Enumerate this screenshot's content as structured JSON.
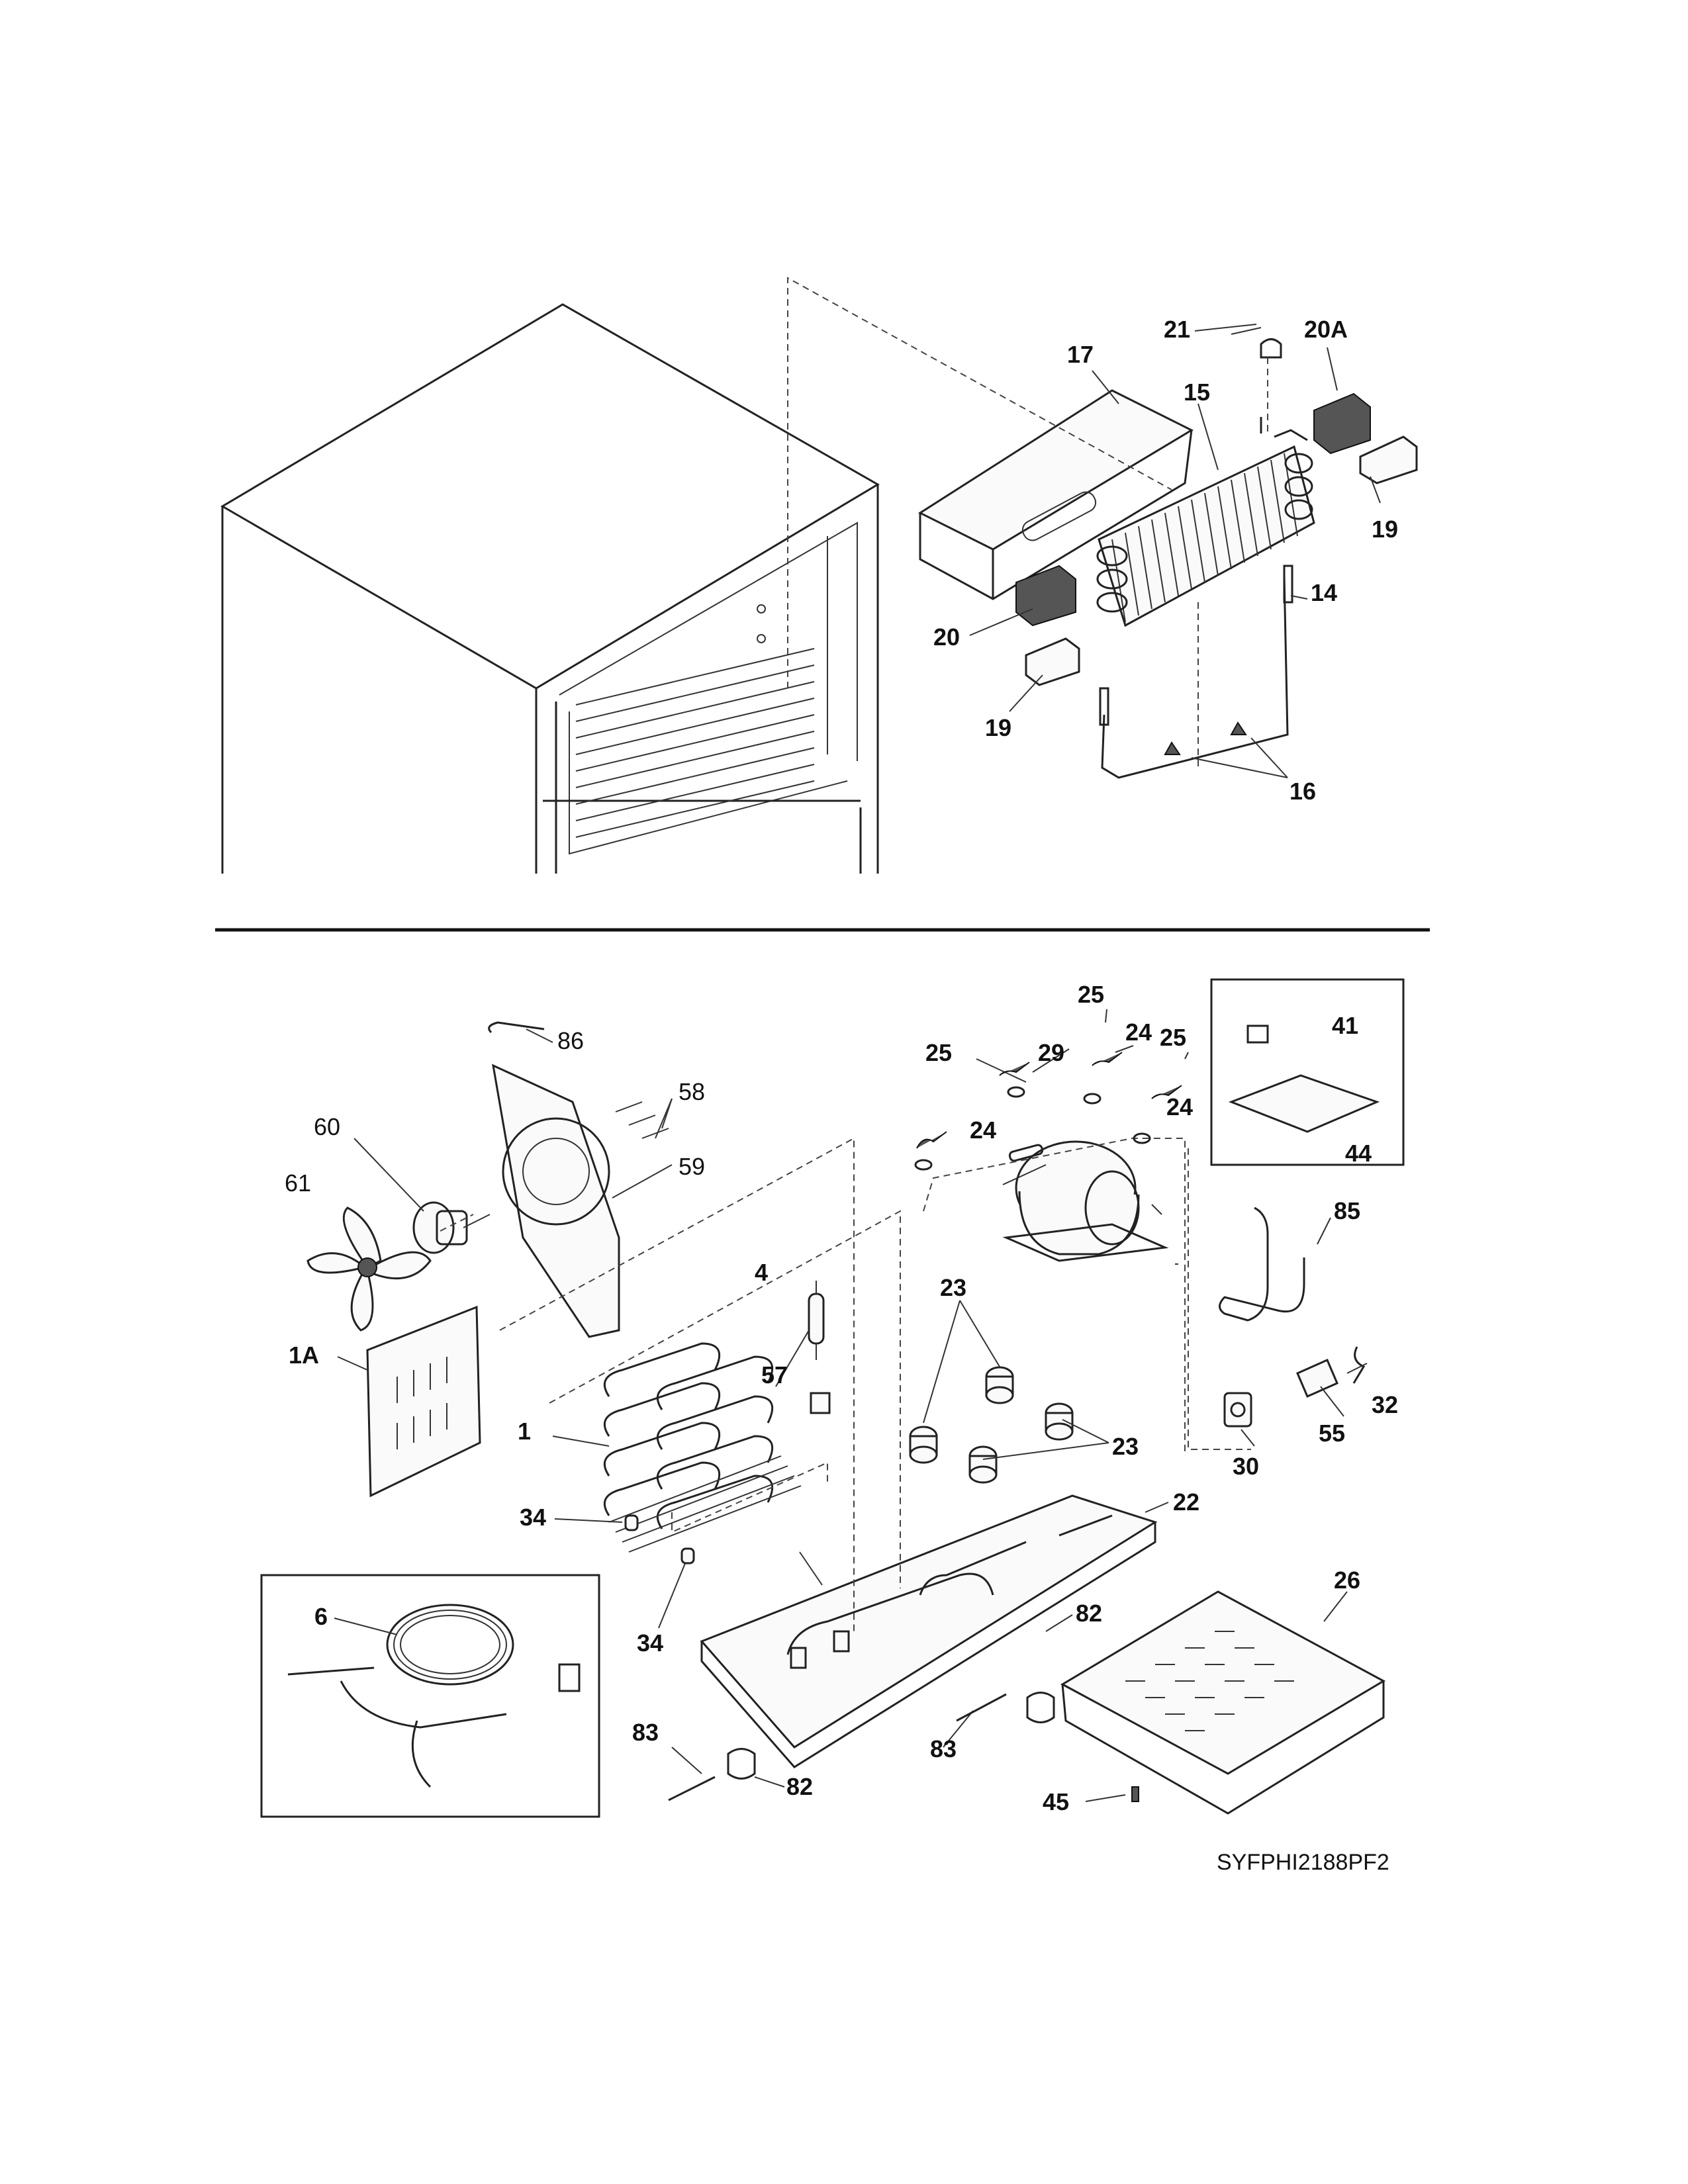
{
  "diagram_code": "SYFPHI2188PF2",
  "labels": {
    "top": [
      "21",
      "20A",
      "17",
      "15",
      "19",
      "14",
      "20",
      "19",
      "16"
    ],
    "bottom": [
      "86",
      "58",
      "59",
      "60",
      "61",
      "1A",
      "25",
      "25",
      "25",
      "24",
      "24",
      "24",
      "29",
      "41",
      "44",
      "4",
      "23",
      "23",
      "85",
      "57",
      "1",
      "32",
      "55",
      "30",
      "34",
      "22",
      "34",
      "26",
      "6",
      "82",
      "83",
      "83",
      "82",
      "45"
    ]
  }
}
